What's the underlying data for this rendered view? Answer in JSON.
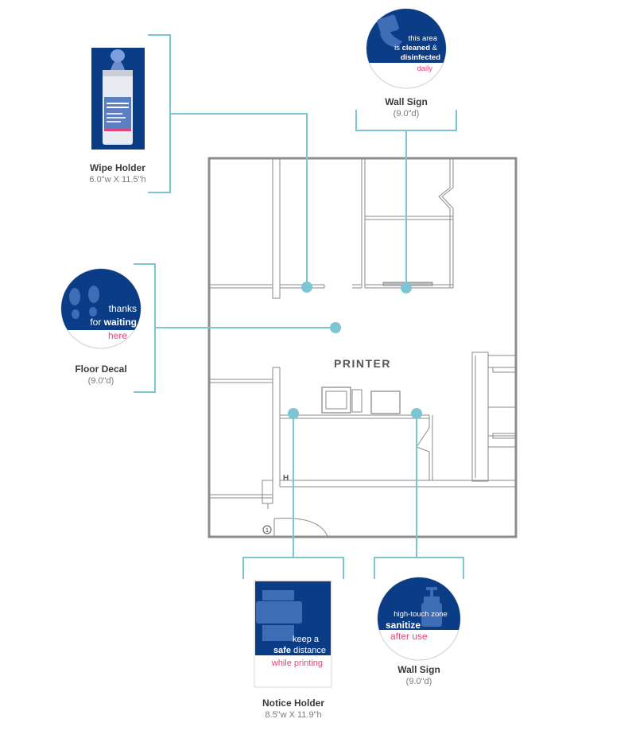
{
  "room_label": "PRINTER",
  "door_marker": "H",
  "door_number": "1",
  "colors": {
    "accent_teal": "#7cc6d3",
    "brand_navy": "#0b3d87",
    "pink": "#e0457b",
    "wall_gray": "#8a8a8a"
  },
  "items": {
    "wipe_holder": {
      "title": "Wipe Holder",
      "size": "6.0\"w X 11.5\"h"
    },
    "wall_sign_top": {
      "title": "Wall Sign",
      "size": "(9.0\"d)",
      "line1": "this area",
      "line2_pre": "is ",
      "line2_bold": "cleaned",
      "line2_post": " &",
      "line3": "disinfected",
      "line4": "daily",
      "icon": "hand-wipe-icon"
    },
    "floor_decal": {
      "title": "Floor Decal",
      "size": "(9.0\"d)",
      "line1": "thanks",
      "line2_pre": "for ",
      "line2_bold": "waiting",
      "line3": "here",
      "icon": "footprints-icon"
    },
    "notice_holder": {
      "title": "Notice Holder",
      "size": "8.5\"w X 11.9\"h",
      "line1": "keep a",
      "line2_bold": "safe",
      "line2_post": " distance",
      "line3": "while printing",
      "icon": "printer-icon"
    },
    "wall_sign_bottom": {
      "title": "Wall Sign",
      "size": "(9.0\"d)",
      "line1": "high-touch zone",
      "line2": "sanitize",
      "line3": "after use",
      "icon": "sanitizer-bottle-icon"
    }
  }
}
